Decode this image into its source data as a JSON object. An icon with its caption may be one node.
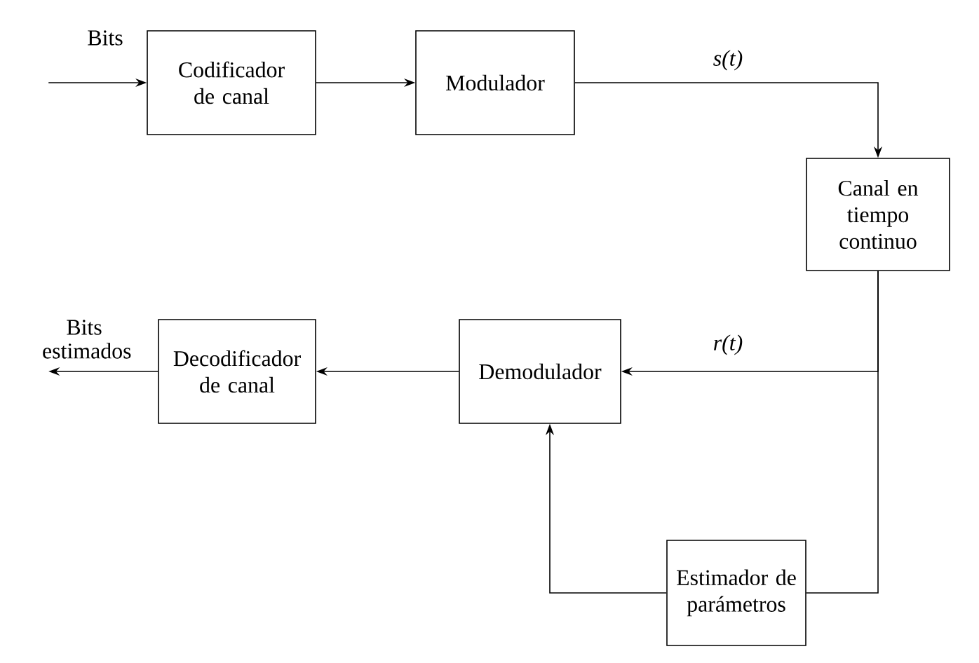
{
  "diagram": {
    "nodes": [
      {
        "text": [
          "Codificador de canal"
        ]
      },
      {
        "text": [
          "Modulador"
        ]
      },
      {
        "text": [
          "Canal en tiempo continuo"
        ]
      },
      {
        "text": [
          "Demodulador"
        ]
      },
      {
        "text": [
          "Decodificador de canal"
        ]
      },
      {
        "text": [
          "Estimador de parámetros"
        ]
      }
    ],
    "edges": [
      {
        "from": null,
        "to": 0,
        "arrow": "to",
        "label": "Bits"
      },
      {
        "from": 0,
        "to": 1,
        "arrow": "to"
      },
      {
        "from": 1,
        "to": 2,
        "arrow": "to",
        "label": "s(t)"
      },
      {
        "from": 2,
        "to": 3,
        "arrow": "to",
        "label": "r(t)"
      },
      {
        "from": 2,
        "to": 5,
        "arrow": "none"
      },
      {
        "from": 5,
        "to": 3,
        "arrow": "to"
      },
      {
        "from": 3,
        "to": 4,
        "arrow": "to"
      },
      {
        "from": 4,
        "to": null,
        "arrow": "to",
        "label": "Bits estimados"
      }
    ]
  }
}
